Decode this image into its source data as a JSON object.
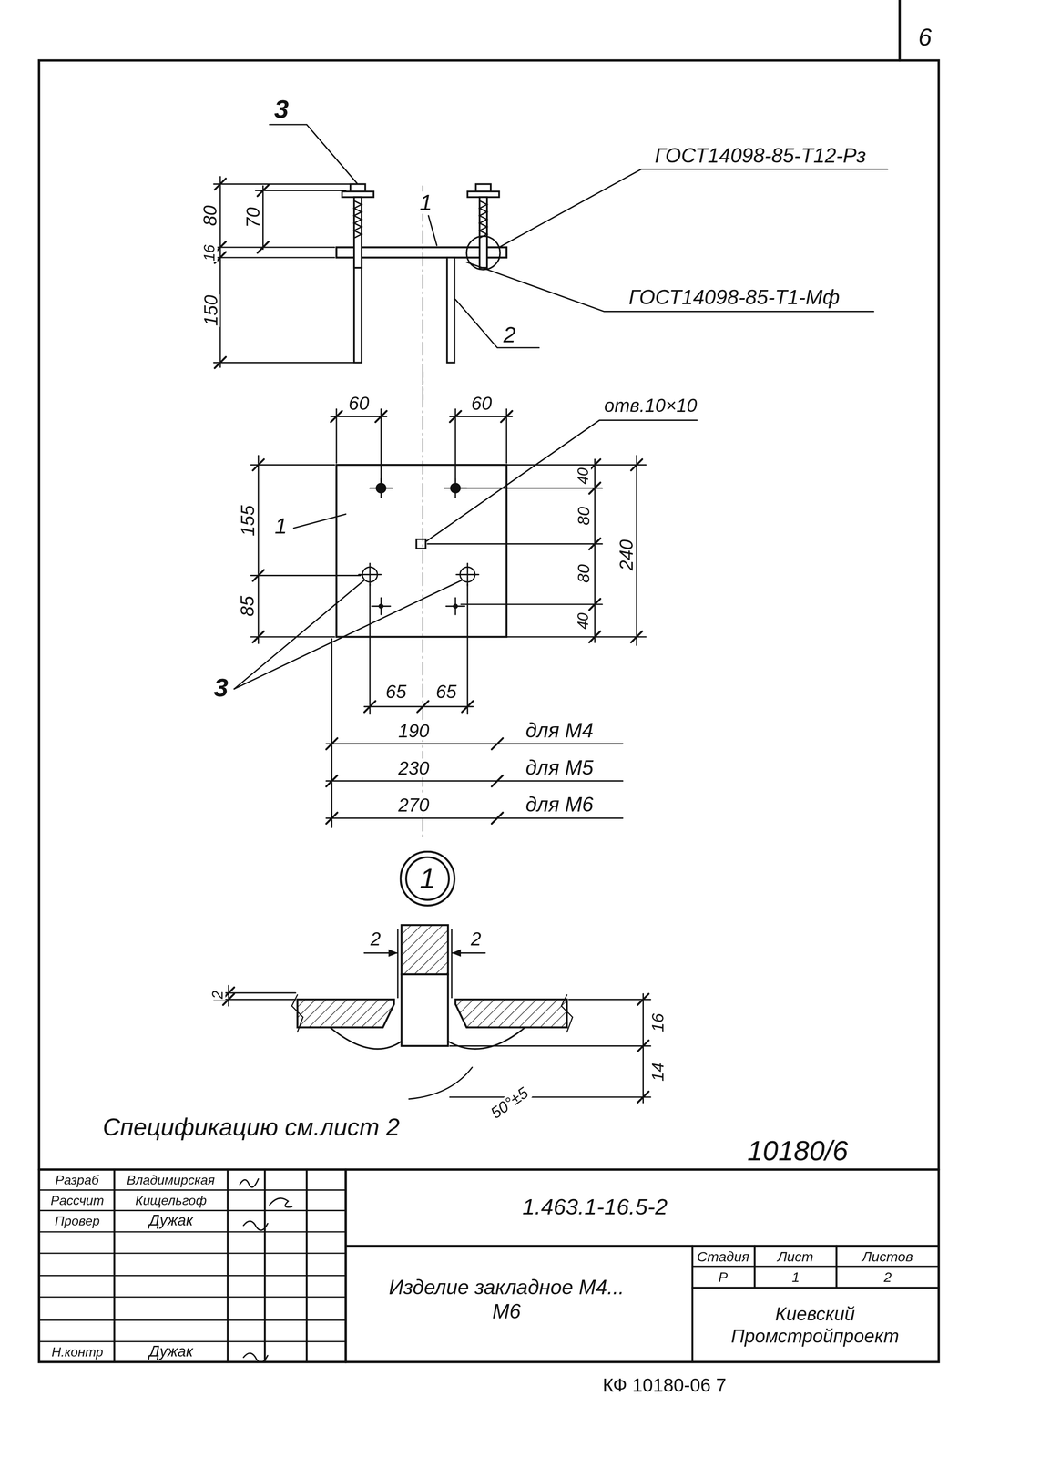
{
  "diagram": {
    "nodes": [
      {
        "text": [
          "1"
        ]
      }
    ],
    "labels": [
      "6",
      "3",
      "ГОСТ14098-85-Т12-Рз",
      "80",
      "70",
      "16",
      "150",
      "1",
      "ГОСТ14098-85-Т1-Мф",
      "2",
      "60",
      "60",
      "отв.10×10",
      "155",
      "85",
      "1",
      "40",
      "80",
      "80",
      "40",
      "240",
      "3",
      "65",
      "65",
      "190",
      "для М4",
      "230",
      "для М5",
      "270",
      "для М6",
      "2",
      "2",
      "2",
      "16",
      "14",
      "50°±5",
      "Спецификацию см.лист 2",
      "10180/6",
      "Разраб",
      "Владимирская",
      "Рассчит",
      "Кищельгоф",
      "Провер",
      "Дужак",
      "Н.контр",
      "Дужак",
      "1.463.1-16.5-2",
      "Изделие закладное М4... М6",
      "Стадия",
      "Лист",
      "Листов",
      "Р",
      "1",
      "2",
      "Киевский Промстройпроект",
      "КФ 10180-06 7"
    ]
  }
}
